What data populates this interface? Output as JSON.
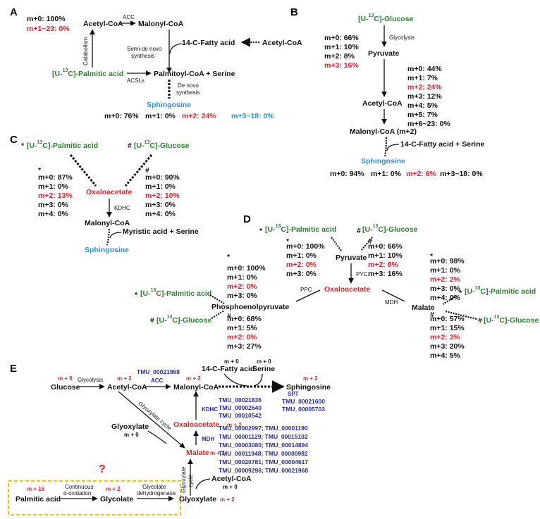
{
  "colors": {
    "black": "#111111",
    "green": "#2e7d32",
    "red": "#e0202a",
    "blue": "#2b8fd4",
    "navy": "#2a2a9a",
    "gold": "#f0b400"
  },
  "panelA": {
    "letter": "A",
    "acetyl": "Acetyl-CoA",
    "acc": "ACC",
    "malonyl": "Malonyl-CoA",
    "fatty": "14-C-Fatty acid",
    "acetyl2": "Acetyl-CoA",
    "semi1": "Semi-de novo",
    "semi2": "synthesis",
    "catabolism": "Catabolism",
    "iso_pre": "[U-",
    "iso_sup": "13",
    "iso_post": "C]-Palmitic acid",
    "acsls": "ACSLs",
    "palmitoyl": "Palmitoyl-CoA + Serine",
    "denovo1": "De novo",
    "denovo2": "synthesis",
    "sphingosine": "Sphingosine",
    "top_m0": "m+0: 100%",
    "top_m1": "m+1~23: 0%",
    "bot_m0": "m+0: 76%",
    "bot_m1": "m+1: 0%",
    "bot_m2": "m+2: 24%",
    "bot_m3": "m+3~18: 0%"
  },
  "panelB": {
    "letter": "B",
    "iso_pre": "[U-",
    "iso_sup": "13",
    "iso_post": "C]-Glucose",
    "glycolysis": "Glycolysis",
    "pyruvate": "Pyruvate",
    "acetyl": "Acetyl-CoA",
    "malonyl": "Malonyl-CoA (m+2)",
    "fatty": "14-C-Fatty acid + Serine",
    "sphingosine": "Sphingosine",
    "left": [
      "m+0: 66%",
      "m+1: 10%",
      "m+2: 8%",
      "m+3: 16%"
    ],
    "right": [
      "m+0: 44%",
      "m+1: 7%",
      "m+2: 24%",
      "m+3: 12%",
      "m+4: 5%",
      "m+5: 7%",
      "m+6~23: 0%"
    ],
    "bottom": [
      "m+0: 94%",
      "m+1: 0%",
      "m+2: 6%",
      "m+3~18: 0%"
    ]
  },
  "panelC": {
    "letter": "C",
    "star": "*",
    "hash": "#",
    "iso_pre": "[U-",
    "iso_sup": "13",
    "palm_post": "C]-Palmitic acid",
    "gluc_post": "C]-Glucose",
    "oxaloacetate": "Oxaloacetate",
    "kdhc": "KDHC",
    "malonyl": "Malonyl-CoA",
    "myristic": "Myristic acid + Serine",
    "sphingosine": "Sphingosine",
    "left": [
      "m+0: 87%",
      "m+1: 0%",
      "m+2: 13%",
      "m+3: 0%",
      "m+4: 0%"
    ],
    "right": [
      "m+0: 90%",
      "m+1: 0%",
      "m+2: 10%",
      "m+3: 0%",
      "m+4: 0%"
    ]
  },
  "panelD": {
    "letter": "D",
    "star": "*",
    "hash": "#",
    "iso_pre": "[U-",
    "iso_sup": "13",
    "palm_post": "C]-Palmitic acid",
    "gluc_post": "C]-Glucose",
    "pyruvate": "Pyruvate",
    "pyc": "PYC",
    "oxaloacetate": "Oxaloacetate",
    "ppc": "PPC",
    "mdh": "MDH",
    "pep": "Phosphoenolpyruvate",
    "malate": "Malate",
    "pyr_star": [
      "m+0: 100%",
      "m+1: 0%",
      "m+2: 0%",
      "m+3: 0%"
    ],
    "pyr_hash": [
      "m+0: 66%",
      "m+1: 10%",
      "m+2: 8%",
      "m+3: 16%"
    ],
    "pep_star": [
      "m+0: 100%",
      "m+1: 0%",
      "m+2: 0%",
      "m+3: 0%"
    ],
    "pep_hash": [
      "m+0: 68%",
      "m+1: 5%",
      "m+2: 0%",
      "m+3: 27%"
    ],
    "mal_star": [
      "m+0: 98%",
      "m+1: 0%",
      "m+2: 2%",
      "m+3: 0%",
      "m+4: 0%"
    ],
    "mal_hash": [
      "m+0: 57%",
      "m+1: 15%",
      "m+2: 3%",
      "m+3: 20%",
      "m+4: 5%"
    ]
  },
  "panelE": {
    "letter": "E",
    "glucose": "Glucose",
    "glycolysis": "Glycolysis",
    "acetyl": "Acetyl-CoA",
    "acc": "ACC",
    "tmu_acc": "TMU_00021968",
    "malonyl": "Malonyl-CoA",
    "fatty": "14-C-Fatty acid",
    "serine": "Serine",
    "sphingosine": "Sphingosine",
    "spt": "SPT",
    "tmu_spt": [
      "TMU_00021600",
      "TMU_00005703"
    ],
    "kdhc": "KDHC",
    "tmu_kdhc": [
      "TMU_00021836",
      "TMU_00002640",
      "TMU_00010542"
    ],
    "oxaloacetate": "Oxaloacetate",
    "glyoxylate_cycle": "Glyoxylate cycle",
    "glyoxylate": "Glyoxylate",
    "mdh": "MDH",
    "tmu_mdh": [
      "TMU_00002997; TMU_00001190",
      "TMU_00001129; TMU_00015102",
      "TMU_00003080; TMU_00014894",
      "TMU_00011948; TMU_00000982",
      "TMU_00020781; TMU_00004617",
      "TMU_00009296; TMU_00021968"
    ],
    "malate": "Malate",
    "glyox_cycle_v1": "Glyoxylate",
    "glyox_cycle_v2": "cycle",
    "acetyl2": "Acetyl-CoA",
    "question": "?",
    "palmitic": "Palmitic acid",
    "cont1": "Continuous",
    "cont2": "α-oxidation",
    "glycolate": "Glycolate",
    "gdh1": "Glycolate",
    "gdh2": "dehydrogenase",
    "glyoxylate2": "Glyoxylate",
    "m6": "m + 6",
    "m2": "m + 2",
    "m0": "m + 0",
    "m16": "m + 16"
  }
}
